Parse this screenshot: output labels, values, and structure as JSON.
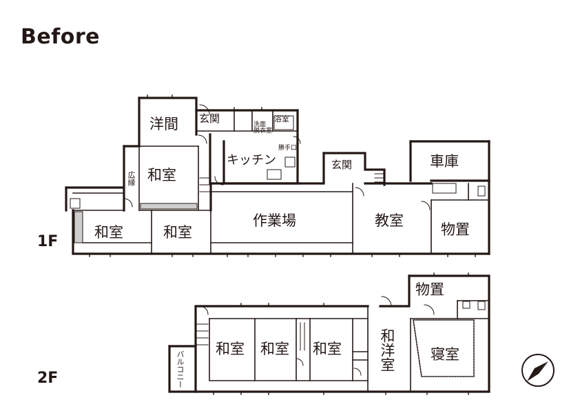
{
  "title": "Before",
  "floors": {
    "f1": "1F",
    "f2": "2F"
  },
  "rooms_1f": {
    "yoma": "洋間",
    "genkan_a": "玄関",
    "senmen": "洗面\n脱衣室",
    "yokushitsu": "浴室",
    "kattekuchi": "勝手口",
    "washitsu_upper": "和室",
    "hiroen": "広縁",
    "kitchen": "キッチン",
    "genkan_b": "玄関",
    "shako": "車庫",
    "washitsu_left": "和室",
    "washitsu_mid": "和室",
    "sagyoba": "作業場",
    "kyoshitsu": "教室",
    "monooki": "物置"
  },
  "rooms_2f": {
    "washitsu_1": "和室",
    "washitsu_2": "和室",
    "washitsu_3": "和室",
    "wayoshitsu": "和洋室",
    "shinshitsu": "寝室",
    "monooki": "物置",
    "balcony": "バルコニー"
  },
  "compass_icon": "north-arrow-icon",
  "colors": {
    "wall": "#231815",
    "background": "#ffffff"
  }
}
